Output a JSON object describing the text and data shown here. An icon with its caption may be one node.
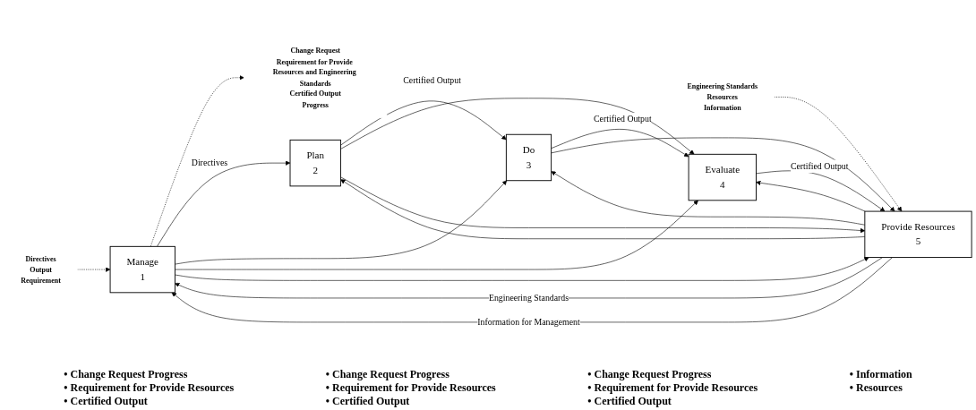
{
  "diagram": {
    "nodes": [
      {
        "text": [
          "Manage",
          "1"
        ]
      },
      {
        "text": [
          "Plan",
          "2"
        ]
      },
      {
        "text": [
          "Do",
          "3"
        ]
      },
      {
        "text": [
          "Evaluate",
          "4"
        ]
      },
      {
        "text": [
          "Provide Resources",
          "5"
        ]
      },
      {
        "text": [
          "Directives",
          "Output",
          "Requirement"
        ]
      },
      {
        "text": [
          "Change Request",
          "Requirement for Provide Resources and Engineering Standards",
          "Certified Output",
          "Progress"
        ]
      },
      {
        "text": [
          "Engineering Standards",
          "Resources",
          "Information"
        ]
      }
    ],
    "edges": [
      {
        "from": 5,
        "to": 0,
        "arrow": "to",
        "style": "dashed"
      },
      {
        "from": 0,
        "to": 6,
        "arrow": "to",
        "style": "dashed"
      },
      {
        "from": 7,
        "to": 4,
        "arrow": "to",
        "style": "dashed"
      },
      {
        "from": 0,
        "to": 1,
        "arrow": "to",
        "label": "Directives"
      },
      {
        "from": 0,
        "to": 2,
        "arrow": "to"
      },
      {
        "from": 0,
        "to": 3,
        "arrow": "to"
      },
      {
        "from": 0,
        "to": 4,
        "arrow": "to"
      },
      {
        "from": 1,
        "to": 2,
        "arrow": "to",
        "label": "Certified Output"
      },
      {
        "from": 1,
        "to": 3,
        "arrow": "to"
      },
      {
        "from": 1,
        "to": 4,
        "arrow": "to"
      },
      {
        "from": 2,
        "to": 3,
        "arrow": "to",
        "label": "Certified Output"
      },
      {
        "from": 2,
        "to": 4,
        "arrow": "to"
      },
      {
        "from": 3,
        "to": 4,
        "arrow": "to",
        "label": "Certified Output"
      },
      {
        "from": 4,
        "to": 0,
        "arrow": "to",
        "label": "Engineering Standards"
      },
      {
        "from": 4,
        "to": 1,
        "arrow": "to"
      },
      {
        "from": 4,
        "to": 2,
        "arrow": "to"
      },
      {
        "from": 4,
        "to": 3,
        "arrow": "to"
      },
      {
        "from": 4,
        "to": 0,
        "arrow": "to",
        "label": "Information for Management"
      }
    ],
    "labels": [
      "• Change Request Progress",
      "• Requirement for Provide Resources",
      "• Certified Output",
      "• Change Request Progress",
      "• Requirement for Provide Resources",
      "• Certified Output",
      "• Change Request Progress",
      "• Requirement for Provide Resources",
      "• Certified Output",
      "• Information",
      "• Resources"
    ]
  }
}
